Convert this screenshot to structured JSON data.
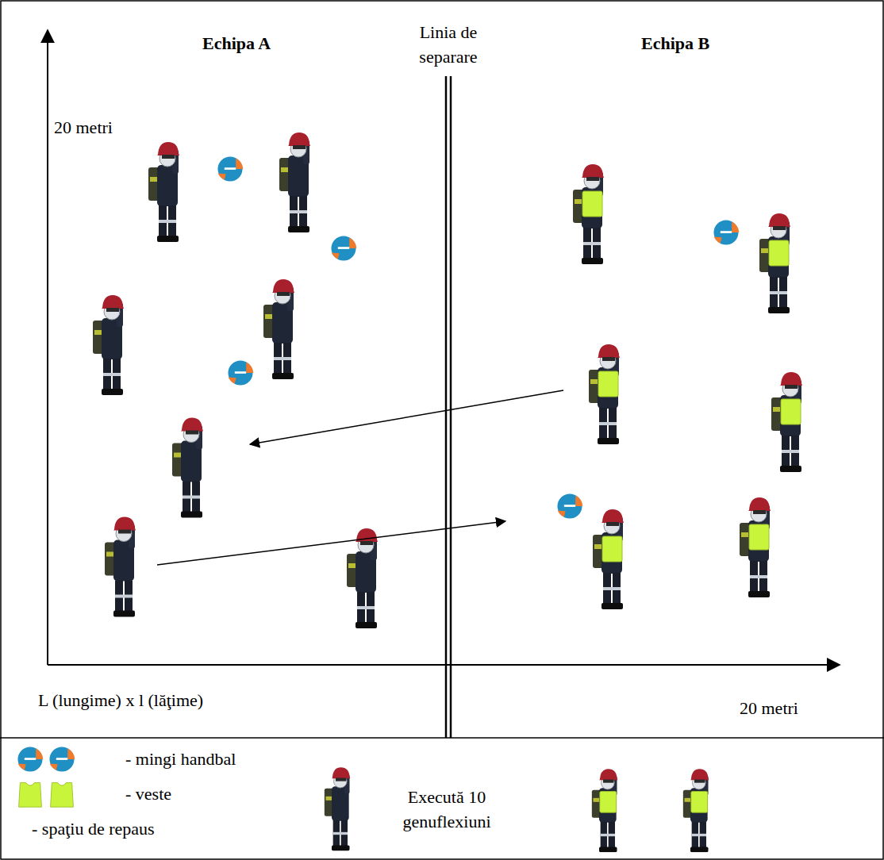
{
  "diagram": {
    "labels": [
      "Echipa A",
      "Linia de separare",
      "Echipa B",
      "20 metri",
      "L (lungime) x l (lăţime)",
      "20 metri",
      "Execută 10 genuflexiuni"
    ],
    "legend": [
      {
        "text": "- mingi handbal"
      },
      {
        "text": "- veste"
      },
      {
        "text": "- spaţiu de repaus"
      }
    ]
  }
}
